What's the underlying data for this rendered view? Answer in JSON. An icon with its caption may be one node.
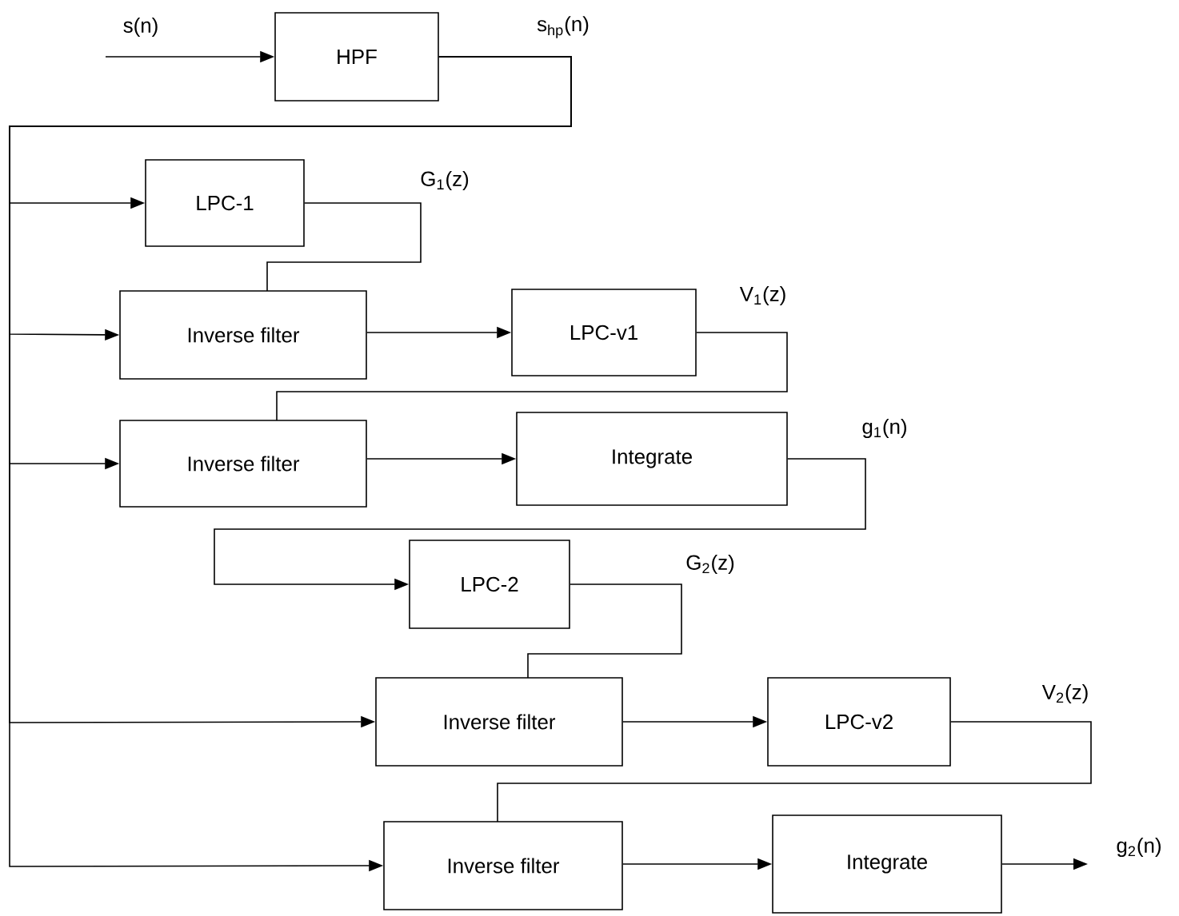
{
  "diagram": {
    "nodes": [
      {
        "text": [
          "HPF"
        ]
      },
      {
        "text": [
          "LPC-1"
        ]
      },
      {
        "text": [
          "Inverse filter"
        ]
      },
      {
        "text": [
          "LPC-v1"
        ]
      },
      {
        "text": [
          "Inverse filter"
        ]
      },
      {
        "text": [
          "Integrate"
        ]
      },
      {
        "text": [
          "LPC-2"
        ]
      },
      {
        "text": [
          "Inverse filter"
        ]
      },
      {
        "text": [
          "LPC-v2"
        ]
      },
      {
        "text": [
          "Inverse filter"
        ]
      },
      {
        "text": [
          "Integrate"
        ]
      }
    ],
    "edges": [
      {
        "from": null,
        "to": 0,
        "arrow": "to",
        "label": "s(n)"
      },
      {
        "from": 0,
        "to": 1,
        "arrow": "to",
        "label": "s$_{hp}$(n)"
      },
      {
        "from": 0,
        "to": 2,
        "arrow": "to"
      },
      {
        "from": 0,
        "to": 4,
        "arrow": "to"
      },
      {
        "from": 0,
        "to": 7,
        "arrow": "to"
      },
      {
        "from": 0,
        "to": 9,
        "arrow": "to"
      },
      {
        "from": 1,
        "to": 2,
        "arrow": "none",
        "label": "G$_{1}$(z)"
      },
      {
        "from": 2,
        "to": 3,
        "arrow": "to"
      },
      {
        "from": 3,
        "to": 4,
        "arrow": "none",
        "label": "V$_{1}$(z)"
      },
      {
        "from": 4,
        "to": 5,
        "arrow": "to"
      },
      {
        "from": 5,
        "to": 6,
        "arrow": "to",
        "label": "g$_{1}$(n)"
      },
      {
        "from": 6,
        "to": 7,
        "arrow": "none",
        "label": "G$_{2}$(z)"
      },
      {
        "from": 7,
        "to": 8,
        "arrow": "to"
      },
      {
        "from": 8,
        "to": 9,
        "arrow": "none",
        "label": "V$_{2}$(z)"
      },
      {
        "from": 9,
        "to": 10,
        "arrow": "to"
      },
      {
        "from": 10,
        "to": null,
        "arrow": "to",
        "label": "g$_{2}$(n)"
      }
    ]
  }
}
